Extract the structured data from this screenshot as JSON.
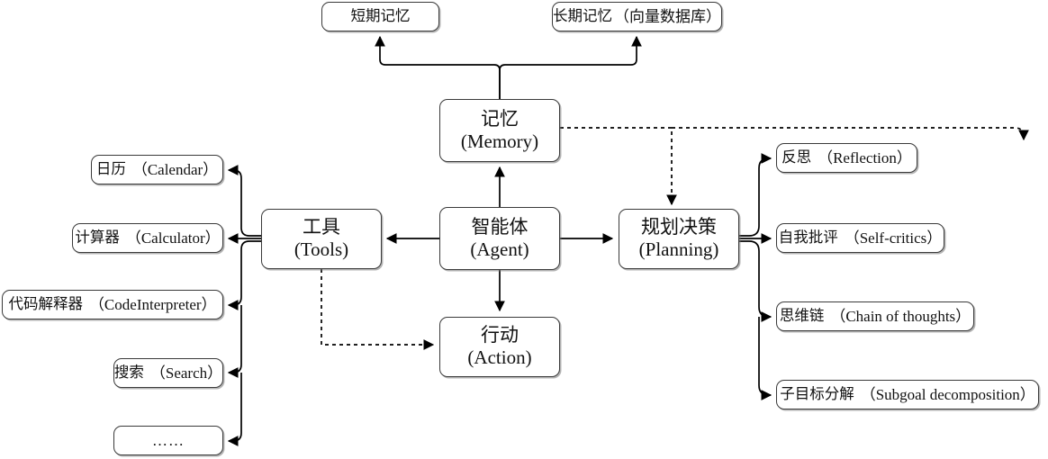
{
  "diagram": {
    "title": "Agent architecture diagram",
    "style": {
      "background": "#ffffff",
      "box_border": "#3a3a3a",
      "box_fill": "#ffffff",
      "text": "#111111",
      "edge": "#000000",
      "shadow": "#787878"
    },
    "nodes": {
      "short_term_memory": {
        "cn": "短期记忆",
        "en": ""
      },
      "long_term_memory": {
        "cn": "长期记忆",
        "en": "（向量数据库）"
      },
      "memory": {
        "cn": "记忆",
        "en": "(Memory)"
      },
      "agent": {
        "cn": "智能体",
        "en": "(Agent)"
      },
      "tools": {
        "cn": "工具",
        "en": "(Tools)"
      },
      "planning": {
        "cn": "规划决策",
        "en": "(Planning)"
      },
      "action": {
        "cn": "行动",
        "en": "(Action)"
      },
      "calendar": {
        "cn": "日历",
        "en": "（Calendar）"
      },
      "calculator": {
        "cn": "计算器",
        "en": "（Calculator）"
      },
      "code_interpreter": {
        "cn": "代码解释器",
        "en": "（CodeInterpreter）"
      },
      "search": {
        "cn": "搜索",
        "en": "（Search）"
      },
      "more_tools": {
        "cn": "……",
        "en": ""
      },
      "reflection": {
        "cn": "反思",
        "en": "（Reflection）"
      },
      "self_critics": {
        "cn": "自我批评",
        "en": "（Self-critics）"
      },
      "chain_of_thoughts": {
        "cn": "思维链",
        "en": "（Chain of thoughts）"
      },
      "subgoal_decomposition": {
        "cn": "子目标分解",
        "en": "（Subgoal decomposition）"
      }
    },
    "edges": [
      {
        "from": "memory",
        "to": "short_term_memory",
        "style": "solid"
      },
      {
        "from": "memory",
        "to": "long_term_memory",
        "style": "solid"
      },
      {
        "from": "agent",
        "to": "memory",
        "style": "solid"
      },
      {
        "from": "agent",
        "to": "tools",
        "style": "solid"
      },
      {
        "from": "agent",
        "to": "planning",
        "style": "solid"
      },
      {
        "from": "agent",
        "to": "action",
        "style": "solid"
      },
      {
        "from": "memory",
        "to": "planning",
        "style": "dashed"
      },
      {
        "from": "memory",
        "to": "reflection",
        "style": "dashed"
      },
      {
        "from": "tools",
        "to": "action",
        "style": "dashed"
      },
      {
        "from": "tools",
        "to": "calendar",
        "style": "solid"
      },
      {
        "from": "tools",
        "to": "calculator",
        "style": "solid"
      },
      {
        "from": "tools",
        "to": "code_interpreter",
        "style": "solid"
      },
      {
        "from": "tools",
        "to": "search",
        "style": "solid"
      },
      {
        "from": "tools",
        "to": "more_tools",
        "style": "solid"
      },
      {
        "from": "planning",
        "to": "reflection",
        "style": "solid"
      },
      {
        "from": "planning",
        "to": "self_critics",
        "style": "solid"
      },
      {
        "from": "planning",
        "to": "chain_of_thoughts",
        "style": "solid"
      },
      {
        "from": "planning",
        "to": "subgoal_decomposition",
        "style": "solid"
      }
    ]
  }
}
